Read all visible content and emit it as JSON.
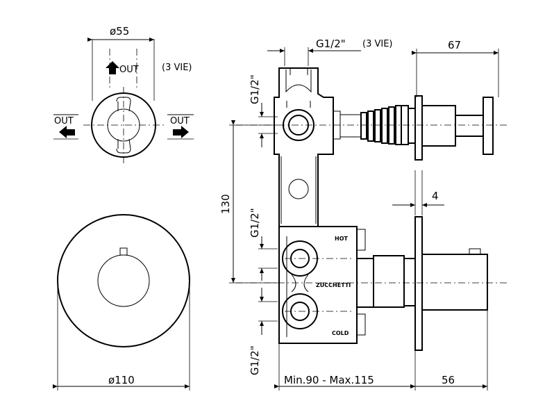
{
  "top_view": {
    "diameter_label": "ø55",
    "out_top": "OUT",
    "out_left": "OUT",
    "out_right": "OUT",
    "three_ways": "(3 VIE)"
  },
  "front_view": {
    "diameter_label": "ø110"
  },
  "side_view": {
    "thread_top_label": "G1/2\"",
    "three_ways": "(3 VIE)",
    "dim_67": "67",
    "dim_4": "4",
    "dim_130": "130",
    "thread_left_1": "G1/2\"",
    "thread_left_2": "G1/2\"",
    "thread_left_3": "G1/2\"",
    "hot": "HOT",
    "brand": "ZUCCHETTI",
    "cold": "COLD",
    "dim_min_max": "Min.90  -  Max.115",
    "dim_56": "56"
  }
}
